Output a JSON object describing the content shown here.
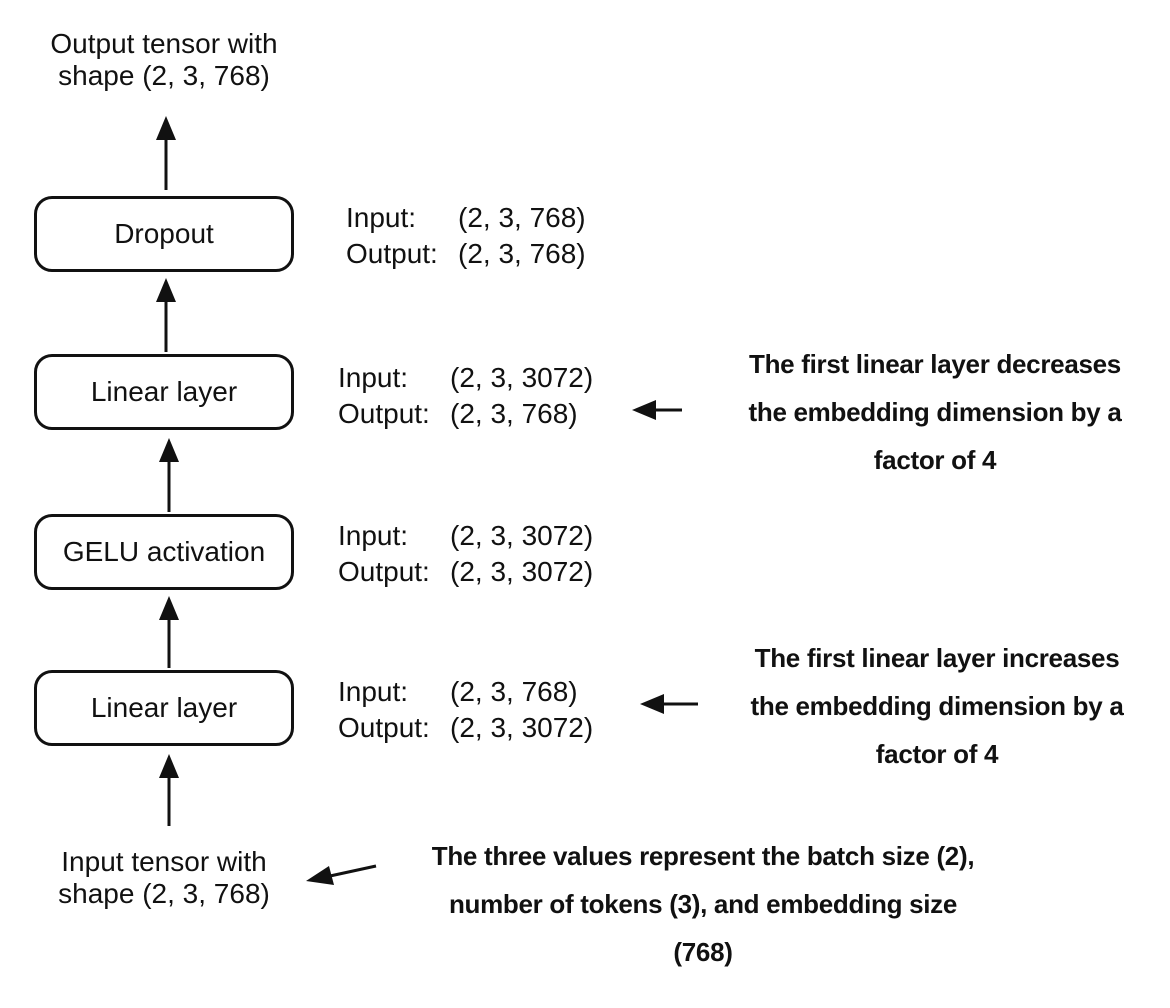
{
  "output_tensor": {
    "line1": "Output tensor with",
    "line2": "shape (2, 3, 768)"
  },
  "input_tensor": {
    "line1": "Input tensor with",
    "line2": "shape (2, 3, 768)"
  },
  "layers": [
    {
      "label": "Dropout",
      "input_key": "Input:",
      "input_value": "(2, 3, 768)",
      "output_key": "Output:",
      "output_value": "(2, 3, 768)"
    },
    {
      "label": "Linear layer",
      "input_key": "Input:",
      "input_value": "(2, 3, 3072)",
      "output_key": "Output:",
      "output_value": "(2, 3, 768)"
    },
    {
      "label": "GELU activation",
      "input_key": "Input:",
      "input_value": "(2, 3, 3072)",
      "output_key": "Output:",
      "output_value": "(2, 3, 3072)"
    },
    {
      "label": "Linear layer",
      "input_key": "Input:",
      "input_value": "(2, 3, 768)",
      "output_key": "Output:",
      "output_value": "(2, 3, 3072)"
    }
  ],
  "callouts": {
    "decrease": {
      "line1": "The first linear layer decreases",
      "line2": "the embedding dimension by a",
      "line3": "factor of 4"
    },
    "increase": {
      "line1": "The first linear layer increases",
      "line2": "the embedding dimension by a",
      "line3": "factor of 4"
    },
    "shape_values": {
      "line1": "The three values represent the batch size (2),",
      "line2": "number of tokens (3), and embedding size",
      "line3": "(768)"
    }
  }
}
